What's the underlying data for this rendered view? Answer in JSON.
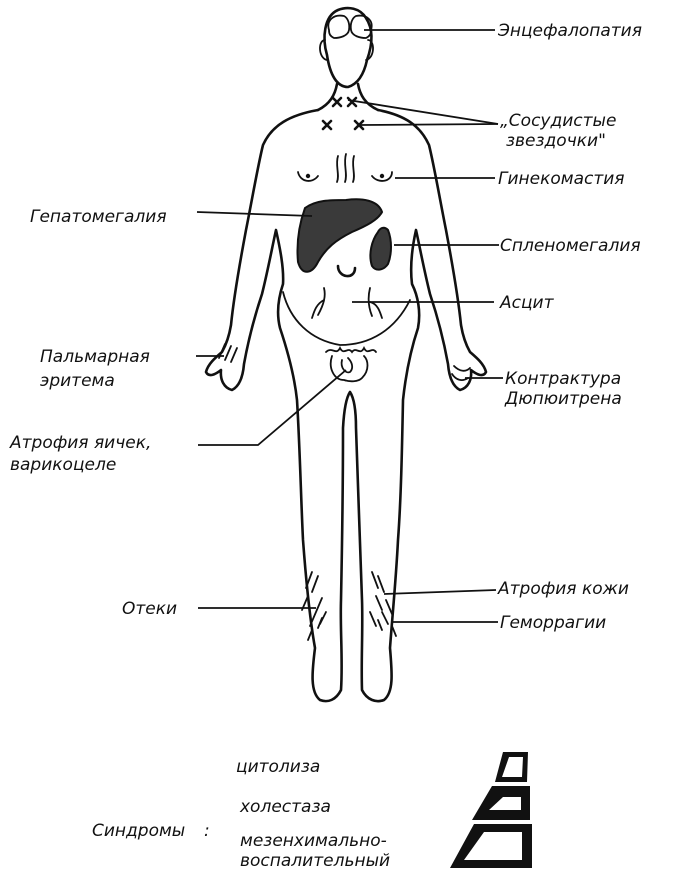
{
  "labels": {
    "encephalopathy": "Энцефалопатия",
    "spider_1": "„Сосудистые",
    "spider_2": "звездочки\"",
    "gynecomastia": "Гинекомастия",
    "hepatomegaly": "Гепатомегалия",
    "splenomegaly": "Спленомегалия",
    "ascites": "Асцит",
    "palmar_1": "Пальмарная",
    "palmar_2": "эритема",
    "dupuytren_1": "Контрактура",
    "dupuytren_2": "Дюпюитрена",
    "testes_1": "Атрофия яичек,",
    "testes_2": "варикоцеле",
    "edema": "Отеки",
    "skin_atrophy": "Атрофия кожи",
    "hemorrhage": "Геморрагии"
  },
  "legend": {
    "title": "Синдромы",
    "colon": ":",
    "items": [
      "цитолиза",
      "холестаза",
      "мезенхимально-",
      "воспалительный"
    ]
  }
}
